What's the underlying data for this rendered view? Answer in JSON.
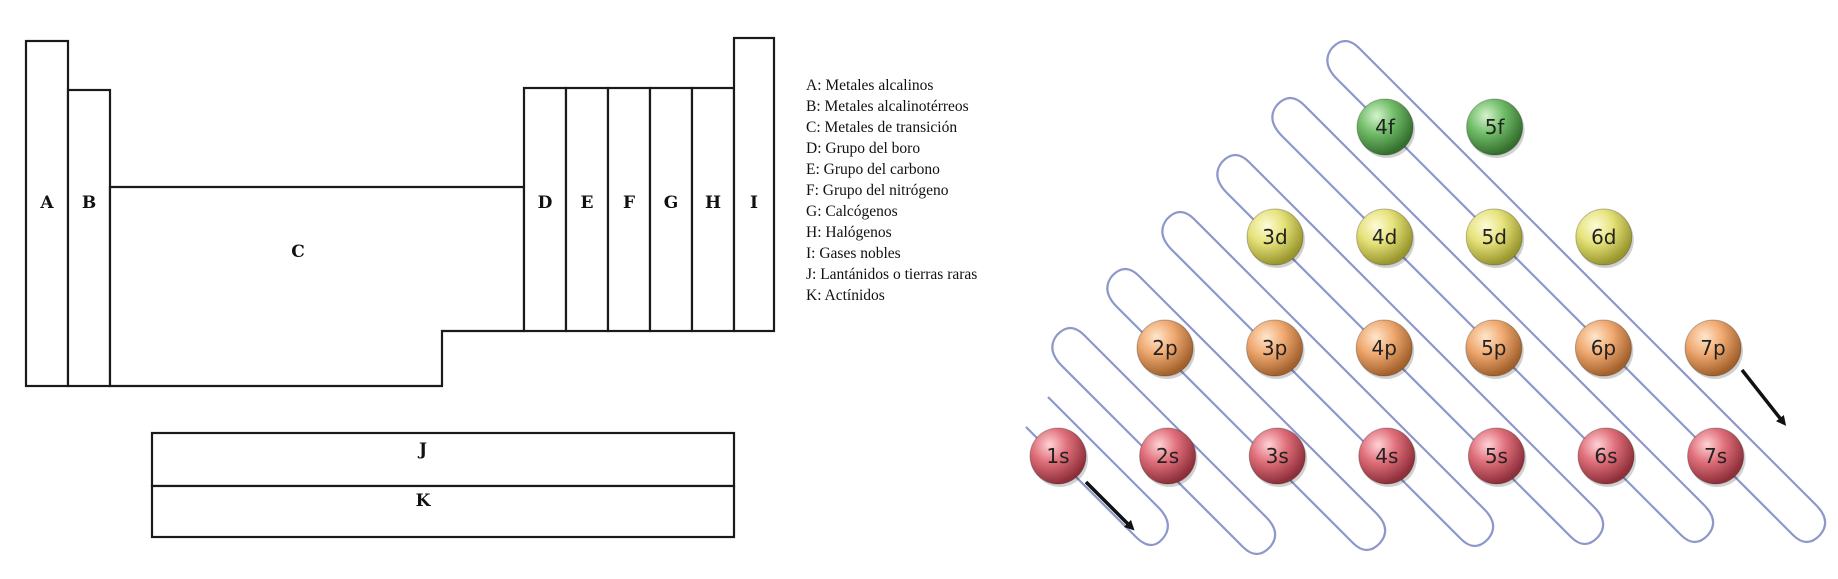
{
  "periodic_table": {
    "labels": {
      "A": "A",
      "B": "B",
      "C": "C",
      "D": "D",
      "E": "E",
      "F": "F",
      "G": "G",
      "H": "H",
      "I": "I",
      "J": "J",
      "K": "K"
    },
    "legend": [
      "A: Metales alcalinos",
      "B: Metales alcalinotérreos",
      "C: Metales de transición",
      "D: Grupo del boro",
      "E: Grupo del carbono",
      "F: Grupo del nitrógeno",
      "G: Calcógenos",
      "H: Halógenos",
      "I: Gases nobles",
      "J: Lantánidos o tierras raras",
      "K: Actínidos"
    ]
  },
  "aufbau": {
    "orbitals": {
      "s": [
        "1s",
        "2s",
        "3s",
        "4s",
        "5s",
        "6s",
        "7s"
      ],
      "p": [
        "2p",
        "3p",
        "4p",
        "5p",
        "6p",
        "7p"
      ],
      "d": [
        "3d",
        "4d",
        "5d",
        "6d"
      ],
      "f": [
        "4f",
        "5f"
      ]
    },
    "colors": {
      "s": "#e0707b",
      "p": "#f0aa72",
      "d": "#e6e27a",
      "f": "#72be6a",
      "arrow": "#111111",
      "zigzag": "#8d97c9"
    }
  }
}
